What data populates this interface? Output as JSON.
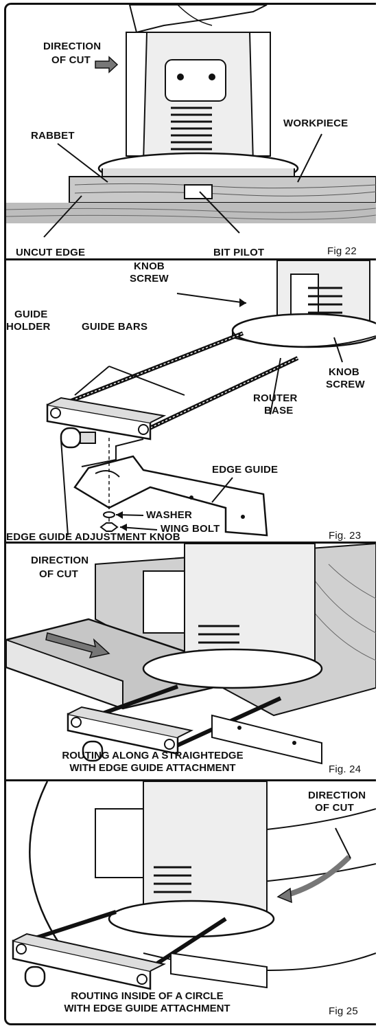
{
  "fig22": {
    "direction_of_cut": [
      "DIRECTION",
      "OF CUT"
    ],
    "rabbet": "RABBET",
    "workpiece": "WORKPIECE",
    "uncut_edge": "UNCUT EDGE",
    "bit_pilot": "BIT PILOT",
    "figure_label": "Fig 22"
  },
  "fig23": {
    "knob_screw_top": [
      "KNOB",
      "SCREW"
    ],
    "guide_holder": [
      "GUIDE",
      "HOLDER"
    ],
    "guide_bars": "GUIDE BARS",
    "knob_screw_right": [
      "KNOB",
      "SCREW"
    ],
    "router_base": [
      "ROUTER",
      "BASE"
    ],
    "edge_guide": "EDGE GUIDE",
    "washer": "WASHER",
    "wing_bolt": "WING BOLT",
    "adjustment_knob": "EDGE GUIDE ADJUSTMENT KNOB",
    "figure_label": "Fig. 23"
  },
  "fig24": {
    "direction_of_cut": [
      "DIRECTION",
      "OF CUT"
    ],
    "caption": [
      "ROUTING ALONG A STRAIGHTEDGE",
      "WITH EDGE GUIDE ATTACHMENT"
    ],
    "figure_label": "Fig. 24"
  },
  "fig25": {
    "direction_of_cut": [
      "DIRECTION",
      "OF CUT"
    ],
    "caption": [
      "ROUTING INSIDE OF A CIRCLE",
      "WITH EDGE GUIDE ATTACHMENT"
    ],
    "figure_label": "Fig 25"
  }
}
